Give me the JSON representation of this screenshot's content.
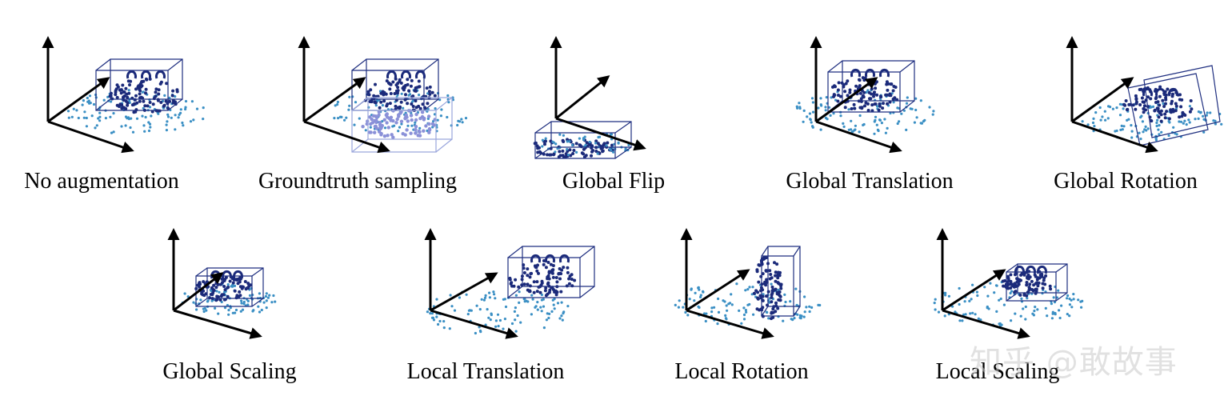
{
  "figure": {
    "panels": [
      {
        "id": "no-augmentation",
        "caption": "No augmentation"
      },
      {
        "id": "groundtruth-sampling",
        "caption": "Groundtruth sampling"
      },
      {
        "id": "global-flip",
        "caption": "Global Flip"
      },
      {
        "id": "global-translation",
        "caption": "Global Translation"
      },
      {
        "id": "global-rotation",
        "caption": "Global Rotation"
      },
      {
        "id": "global-scaling",
        "caption": "Global Scaling"
      },
      {
        "id": "local-translation",
        "caption": "Local Translation"
      },
      {
        "id": "local-rotation",
        "caption": "Local Rotation"
      },
      {
        "id": "local-scaling",
        "caption": "Local Scaling"
      }
    ],
    "watermark": "知乎 @敢故事",
    "colors": {
      "axis": "#000000",
      "box": "#1f2f80",
      "object_points": "#1b2a7a",
      "scene_points": "#3a8fc4",
      "sampled_box": "#9aa6dc",
      "sampled_points": "#8a90d8"
    }
  }
}
